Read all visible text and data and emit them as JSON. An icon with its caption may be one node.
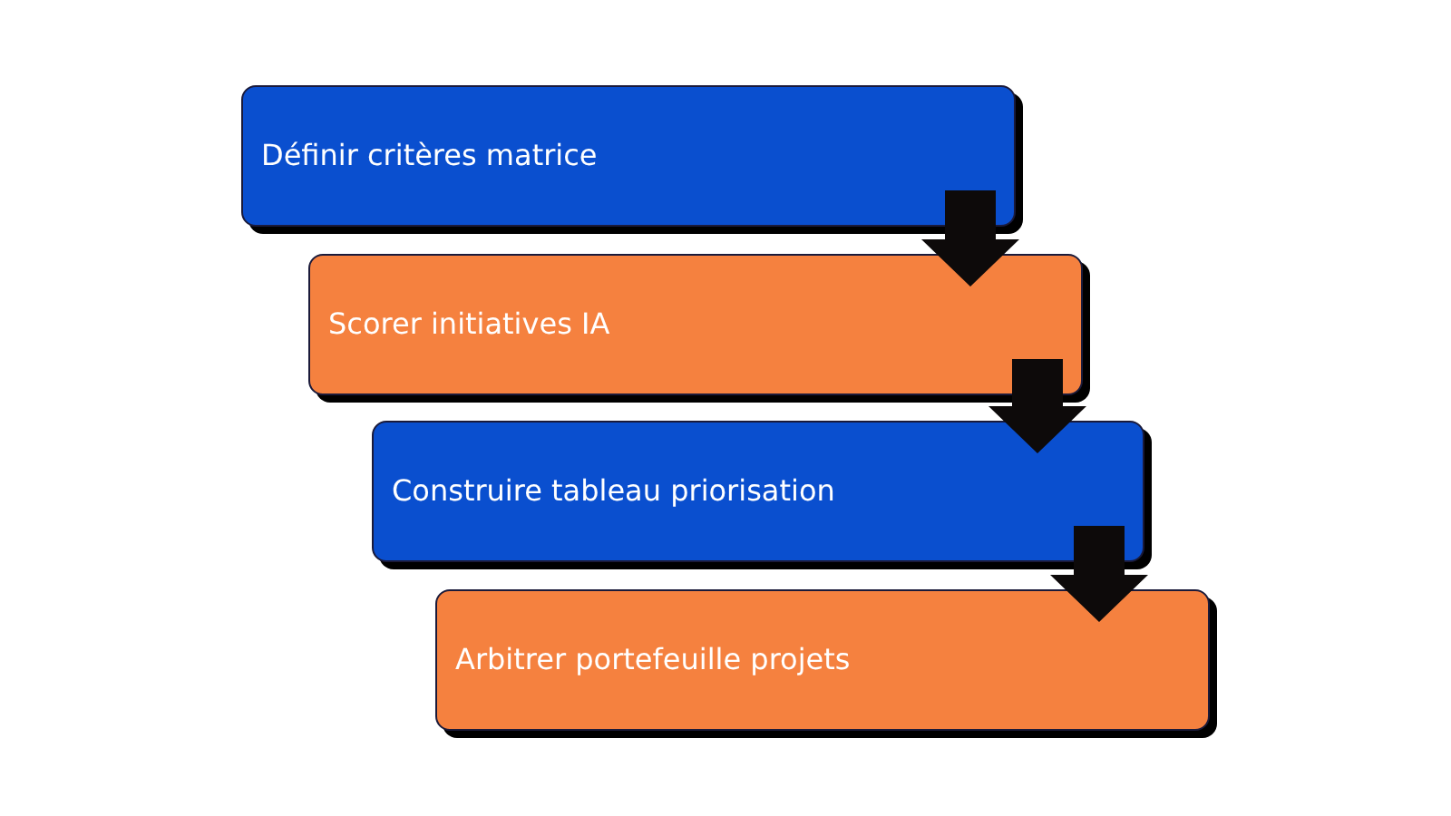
{
  "diagram": {
    "nodes": [
      {
        "text": [
          "Définir critères matrice"
        ]
      },
      {
        "text": [
          "Scorer initiatives IA"
        ]
      },
      {
        "text": [
          "Construire tableau priorisation"
        ]
      },
      {
        "text": [
          "Arbitrer portefeuille projets"
        ]
      }
    ],
    "edges": [
      {
        "from": 0,
        "to": 1,
        "arrow": "to"
      },
      {
        "from": 1,
        "to": 2,
        "arrow": "to"
      },
      {
        "from": 2,
        "to": 3,
        "arrow": "to"
      }
    ]
  }
}
